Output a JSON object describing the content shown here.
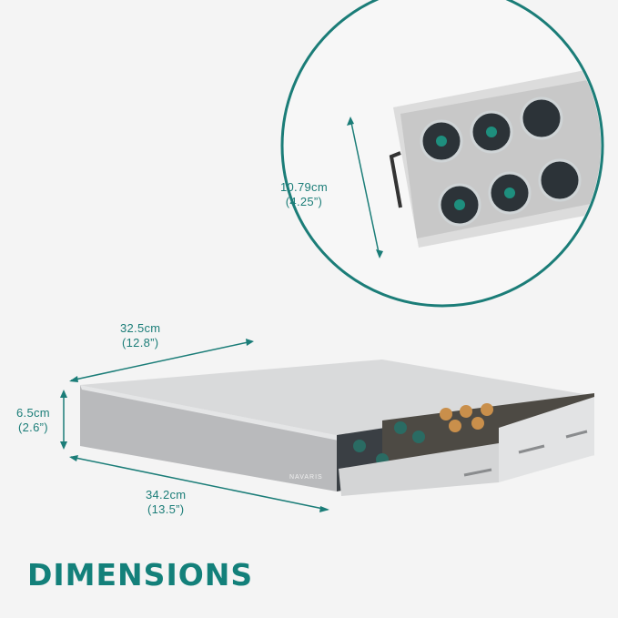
{
  "title": "DIMENSIONS",
  "brand": "NAVARIS",
  "dimensions": {
    "drawer_height": {
      "metric": "10.79cm",
      "imperial": "(4.25”)"
    },
    "depth": {
      "metric": "32.5cm",
      "imperial": "(12.8”)"
    },
    "height": {
      "metric": "6.5cm",
      "imperial": "(2.6”)"
    },
    "width": {
      "metric": "34.2cm",
      "imperial": "(13.5”)"
    }
  },
  "colors": {
    "accent": "#1b7d78",
    "background": "#f4f4f4",
    "body": "#c9cacc"
  }
}
